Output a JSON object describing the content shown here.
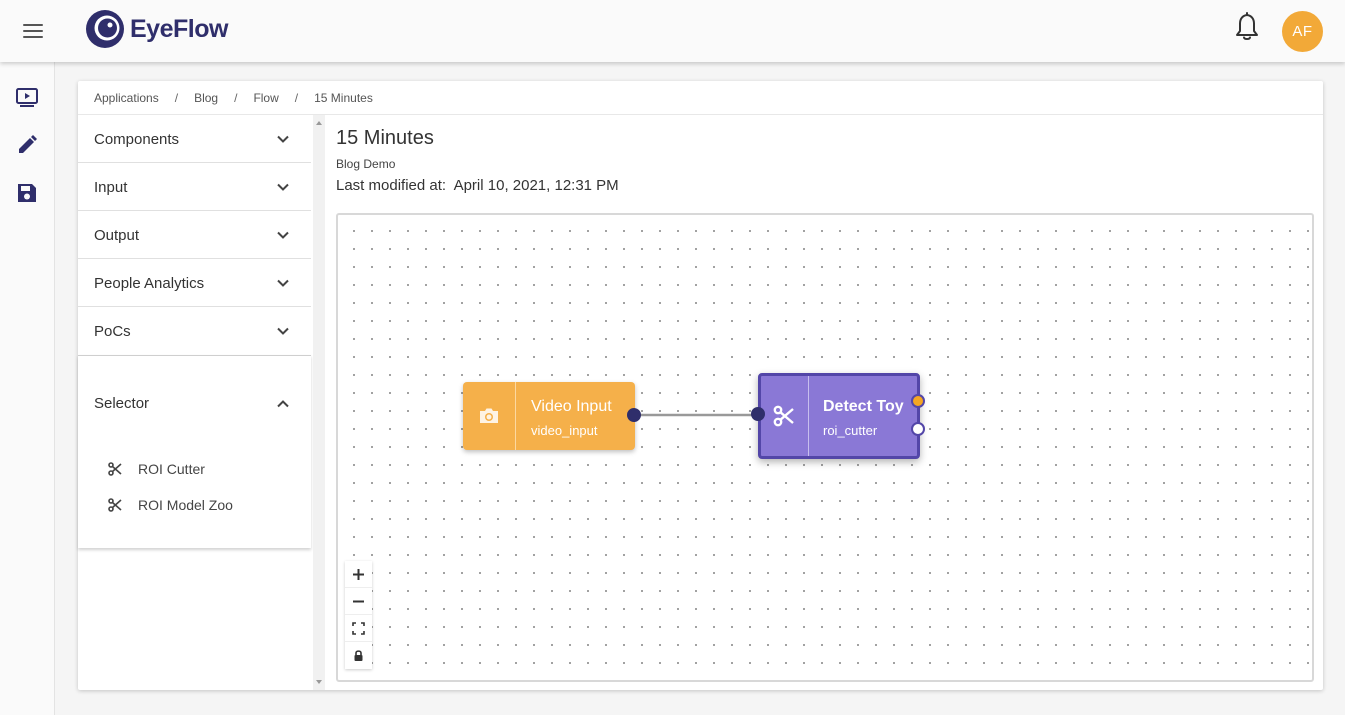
{
  "header": {
    "brand": "EyeFlow",
    "avatar_initials": "AF"
  },
  "breadcrumb": [
    "Applications",
    "Blog",
    "Flow",
    "15 Minutes"
  ],
  "sidebar": {
    "sections": [
      {
        "label": "Components",
        "expanded": false
      },
      {
        "label": "Input",
        "expanded": false
      },
      {
        "label": "Output",
        "expanded": false
      },
      {
        "label": "People Analytics",
        "expanded": false
      },
      {
        "label": "PoCs",
        "expanded": false
      }
    ],
    "selector": {
      "label": "Selector",
      "expanded": true,
      "items": [
        {
          "label": "ROI Cutter",
          "icon": "scissors-icon"
        },
        {
          "label": "ROI Model Zoo",
          "icon": "scissors-icon"
        }
      ]
    }
  },
  "flow": {
    "title": "15 Minutes",
    "subtitle": "Blog Demo",
    "modified_label": "Last modified at:",
    "modified_value": "April 10, 2021, 12:31 PM",
    "nodes": [
      {
        "title": "Video Input",
        "subtitle": "video_input",
        "icon": "camera-icon",
        "color": "#f5b04a"
      },
      {
        "title": "Detect Toy",
        "subtitle": "roi_cutter",
        "icon": "scissors-icon",
        "color": "#8a78d6"
      }
    ],
    "edges": [
      {
        "from": "Video Input",
        "to": "Detect Toy"
      }
    ]
  },
  "canvas_controls": [
    "zoom-in",
    "zoom-out",
    "fit-view",
    "lock"
  ],
  "colors": {
    "brand": "#2f2e6b",
    "accent": "#f2a938",
    "node_input": "#f5b04a",
    "node_selector": "#8a78d6",
    "node_selector_border": "#5346a8"
  }
}
